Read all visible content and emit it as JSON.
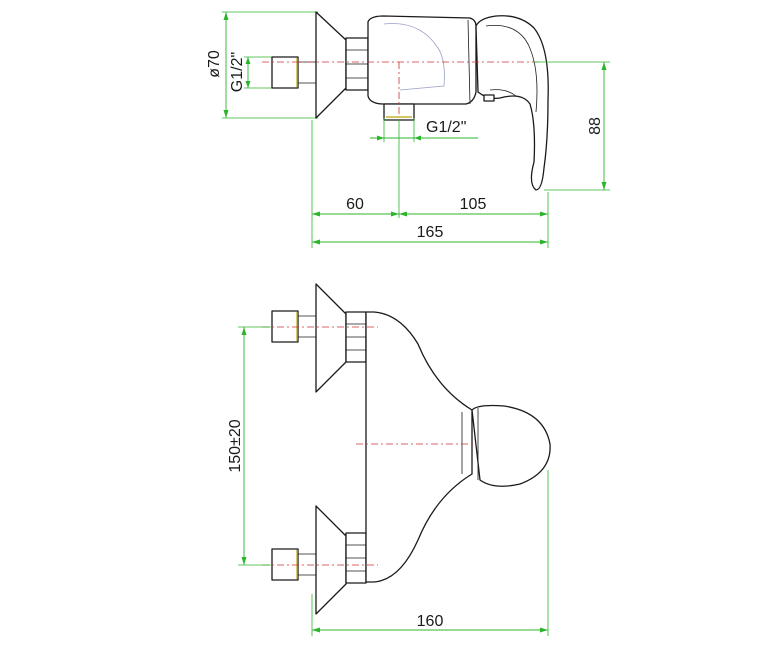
{
  "dimensions": {
    "side_view": {
      "diameter": "ø70",
      "thread_inlet": "G1/2\"",
      "thread_outlet": "G1/2\"",
      "width_60": "60",
      "width_105": "105",
      "total_165": "165",
      "height_88": "88"
    },
    "front_view": {
      "spacing": "150±20",
      "total_160": "160"
    }
  },
  "colors": {
    "outline": "#1a1a1a",
    "dimension": "#2bb52b",
    "centerline": "#d23030",
    "thread": "#c9b430"
  }
}
